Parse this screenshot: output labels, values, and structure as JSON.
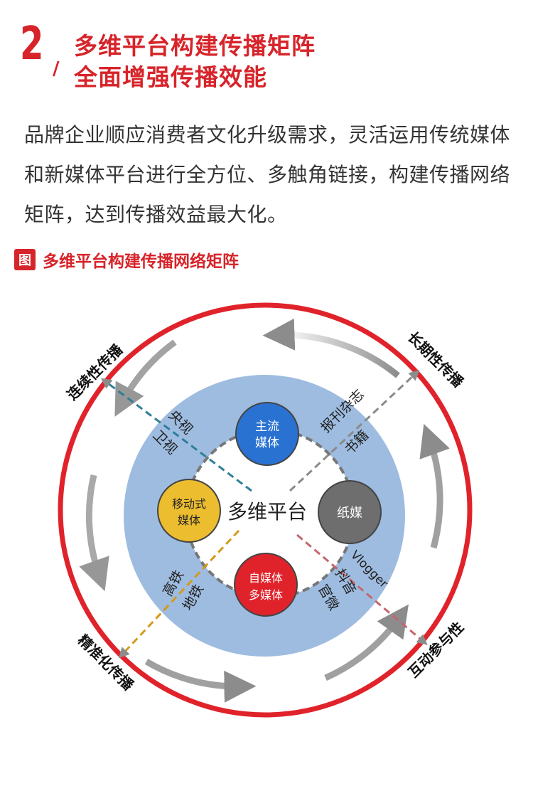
{
  "header": {
    "section_number": "2",
    "slash": "/",
    "title_line1": "多维平台构建传播矩阵",
    "title_line2": "全面增强传播效能"
  },
  "body": {
    "paragraph_line1": "品牌企业顺应消费者文化升级需求，灵活运用传统媒体",
    "paragraph_line2": "和新媒体平台进行全方位、多触角链接，构建传播网络",
    "paragraph_line3": "矩阵，达到传播效益最大化。"
  },
  "figure": {
    "badge": "图",
    "caption": "多维平台构建传播网络矩阵"
  },
  "diagram": {
    "center_label": "多维平台",
    "nodes": {
      "top_line1": "主流",
      "top_line2": "媒体",
      "left_line1": "移动式",
      "left_line2": "媒体",
      "right": "纸媒",
      "bottom_line1": "自媒体",
      "bottom_line2": "多媒体"
    },
    "ring_labels": {
      "upper_left_1": "央视",
      "upper_left_2": "卫视",
      "upper_right_1": "报刊杂志",
      "upper_right_2": "书籍",
      "lower_left_1": "高铁",
      "lower_left_2": "地铁",
      "lower_right_1": "Vlogger",
      "lower_right_2": "抖音",
      "lower_right_3": "官微"
    },
    "corner_labels": {
      "top_left": "连续性传播",
      "top_right": "长期性传播",
      "bottom_left": "精准化传播",
      "bottom_right": "互动参与性"
    },
    "colors": {
      "outer_ring": "#e0232b",
      "blue_ring": "#9ebce0",
      "node_top": "#2a72d2",
      "node_left": "#ecbd2f",
      "node_right": "#6e6e6e",
      "node_bottom": "#e0232b",
      "line_teal": "#2f7f96",
      "line_gray": "#8a8a8a",
      "line_gold": "#d49a1a",
      "line_pink": "#c4676d"
    }
  }
}
